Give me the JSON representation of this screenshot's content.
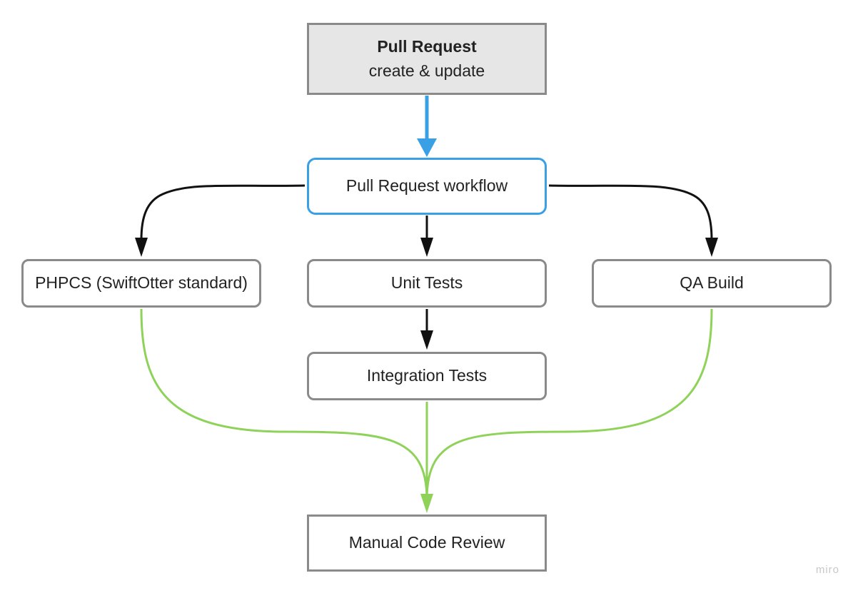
{
  "diagram": {
    "nodes": {
      "pull_request": {
        "title": "Pull Request",
        "subtitle": "create & update"
      },
      "workflow": {
        "label": "Pull Request workflow"
      },
      "phpcs": {
        "label": "PHPCS (SwiftOtter standard)"
      },
      "unit_tests": {
        "label": "Unit Tests"
      },
      "qa_build": {
        "label": "QA Build"
      },
      "integration_tests": {
        "label": "Integration Tests"
      },
      "manual_review": {
        "label": "Manual Code Review"
      }
    },
    "edges": [
      {
        "from": "pull_request",
        "to": "workflow",
        "color": "#3aa0e6"
      },
      {
        "from": "workflow",
        "to": "phpcs",
        "color": "#111111"
      },
      {
        "from": "workflow",
        "to": "unit_tests",
        "color": "#111111"
      },
      {
        "from": "workflow",
        "to": "qa_build",
        "color": "#111111"
      },
      {
        "from": "unit_tests",
        "to": "integration_tests",
        "color": "#111111"
      },
      {
        "from": "phpcs",
        "to": "manual_review",
        "color": "#8fd25a"
      },
      {
        "from": "integration_tests",
        "to": "manual_review",
        "color": "#8fd25a"
      },
      {
        "from": "qa_build",
        "to": "manual_review",
        "color": "#8fd25a"
      }
    ],
    "colors": {
      "node_border": "#8a8a8a",
      "node_fill_highlight": "#e6e6e6",
      "workflow_border": "#3aa0e6",
      "arrow_black": "#111111",
      "arrow_blue": "#3aa0e6",
      "arrow_green": "#8fd25a"
    }
  },
  "watermark": "miro"
}
